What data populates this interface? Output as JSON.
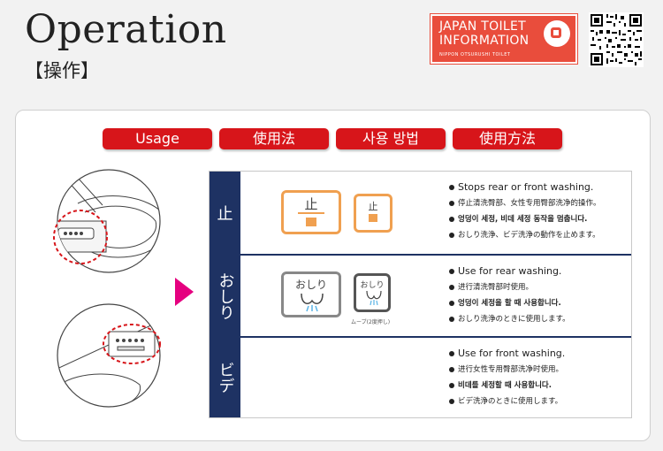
{
  "header": {
    "title": "Operation",
    "subtitle": "【操作】"
  },
  "logo": {
    "line1": "JAPAN TOILET",
    "line2": "INFORMATION",
    "line3": "NIPPON OTSURUSHI TOILET"
  },
  "tabs": [
    "Usage",
    "使用法",
    "사용 방법",
    "使用方法"
  ],
  "rows": [
    {
      "label": "止",
      "button_text": "止",
      "bullets": [
        "Stops rear or front washing.",
        "停止清洗臀部、女性专用臀部洗净的操作。",
        "엉덩이 세정, 비데 세정 동작을 멈춥니다.",
        "おしり洗浄、ビデ洗浄の動作を止めます。"
      ]
    },
    {
      "label": "おしり",
      "button_text": "おしり",
      "caption": "ムーブ(2度押し)",
      "bullets": [
        "Use for rear washing.",
        "进行清洗臀部时使用。",
        "엉덩이 세정을 할 때 사용합니다.",
        "おしり洗浄のときに使用します。"
      ]
    },
    {
      "label": "ビデ",
      "bullets": [
        "Use for front washing.",
        "进行女性专用臀部洗净时使用。",
        "비데를 세정할 때 사용합니다.",
        "ビデ洗浄のときに使用します。"
      ]
    }
  ],
  "colors": {
    "tab_red": "#d7151a",
    "navy": "#1e3263",
    "orange": "#f0a050",
    "pink_arrow": "#e5007f",
    "logo_red": "#e94d3c",
    "spray_blue": "#5ab4e6"
  }
}
